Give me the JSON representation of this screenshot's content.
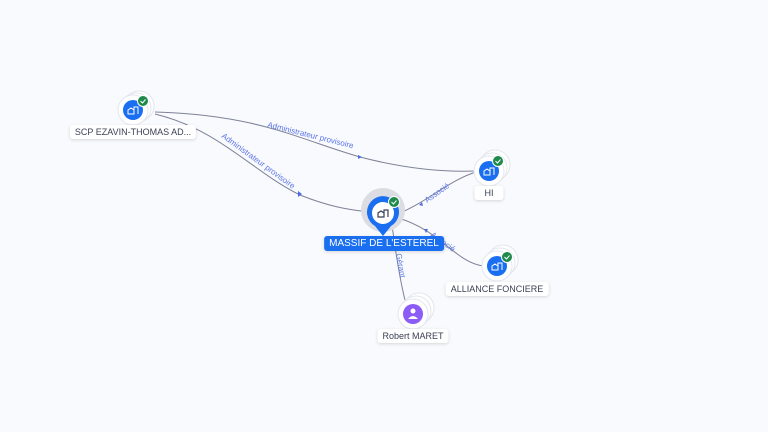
{
  "nodes": {
    "scp": {
      "label": "SCP EZAVIN-THOMAS AD...",
      "type": "company",
      "verified": true
    },
    "hi": {
      "label": "HI",
      "type": "company",
      "verified": true
    },
    "massif": {
      "label": "MASSIF DE L'ESTEREL",
      "type": "company",
      "verified": true,
      "selected": true
    },
    "alliance": {
      "label": "ALLIANCE FONCIERE",
      "type": "company",
      "verified": true
    },
    "robert": {
      "label": "Robert MARET",
      "type": "person"
    }
  },
  "edges": {
    "scp_hi": "Administrateur provisoire",
    "scp_massif": "Administrateur provisoire",
    "massif_hi": "Associé",
    "massif_alliance": "Associé",
    "massif_robert": "Gérant"
  },
  "colors": {
    "accent": "#1a6ef0",
    "verified": "#1e8a4c",
    "person": "#8b5cf6",
    "edge": "#7d8296"
  }
}
